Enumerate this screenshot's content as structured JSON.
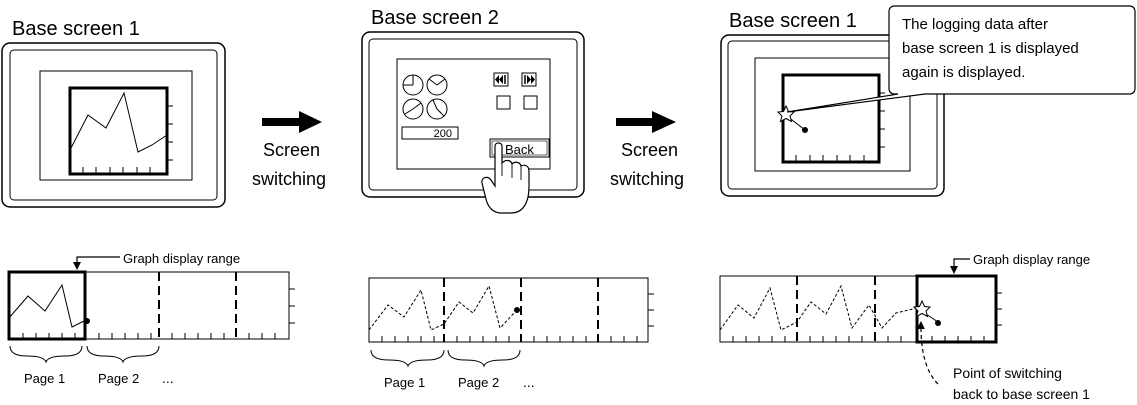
{
  "screens": {
    "left_title": "Base screen 1",
    "middle_title": "Base screen 2",
    "right_title": "Base screen 1"
  },
  "transition_label": {
    "line1": "Screen",
    "line2": "switching"
  },
  "base_screen_2": {
    "numeric_value": "200",
    "back_button_label": "Back",
    "prev_icon": "double-left-arrow",
    "next_icon": "double-right-arrow"
  },
  "callout": {
    "line1": "The logging data after",
    "line2": "base screen 1 is displayed",
    "line3": "again is displayed."
  },
  "graph_display_range_label": "Graph display range",
  "pages": {
    "page1": "Page 1",
    "page2": "Page 2",
    "ellipsis": "..."
  },
  "switch_point_note": {
    "line1": "Point of switching",
    "line2": "back to base screen 1"
  },
  "colors": {
    "ink": "#000000",
    "background": "#ffffff"
  }
}
